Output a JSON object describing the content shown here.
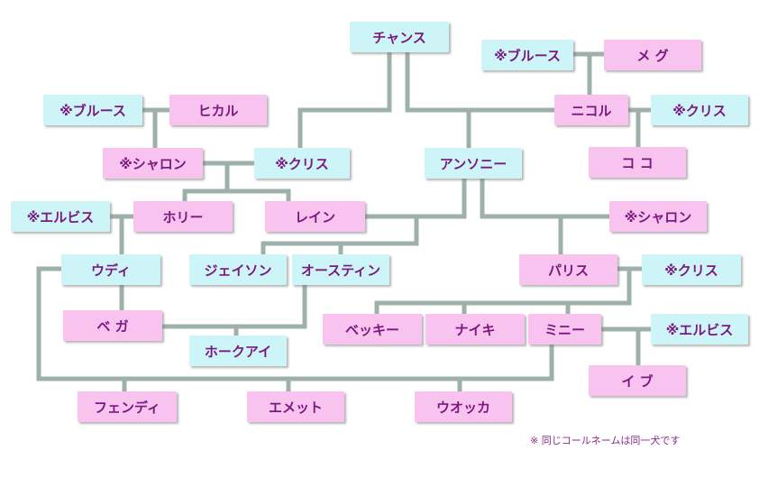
{
  "nodes": {
    "chance": "チャンス",
    "bruce_top": "※ブルース",
    "meg": "メ グ",
    "bruce_left": "※ブルース",
    "hikaru": "ヒカル",
    "nicole": "ニコル",
    "kris_right": "※クリス",
    "sharon_left": "※シャロン",
    "kris_mid": "※クリス",
    "anthony": "アンソニー",
    "coco": "コ コ",
    "elvis_left": "※エルビス",
    "holly": "ホリー",
    "rain": "レイン",
    "sharon_right": "※シャロン",
    "udi": "ウディ",
    "jason": "ジェイソン",
    "austin": "オースティン",
    "paris": "パリス",
    "kris_paris": "※クリス",
    "vega": "ベ ガ",
    "becky": "ベッキー",
    "nike": "ナイキ",
    "minnie": "ミニー",
    "elvis_right": "※エルビス",
    "hawkeye": "ホークアイ",
    "eve": "イ ブ",
    "fendi": "フェンディ",
    "emmett": "エメット",
    "vodka": "ウオッカ"
  },
  "note": "※ 同じコールネームは同一犬です",
  "colors": {
    "blue_box": "#cdf4f7",
    "pink_box": "#f8c3ee",
    "text": "#7a1a80",
    "line": "#9eb0aa"
  }
}
